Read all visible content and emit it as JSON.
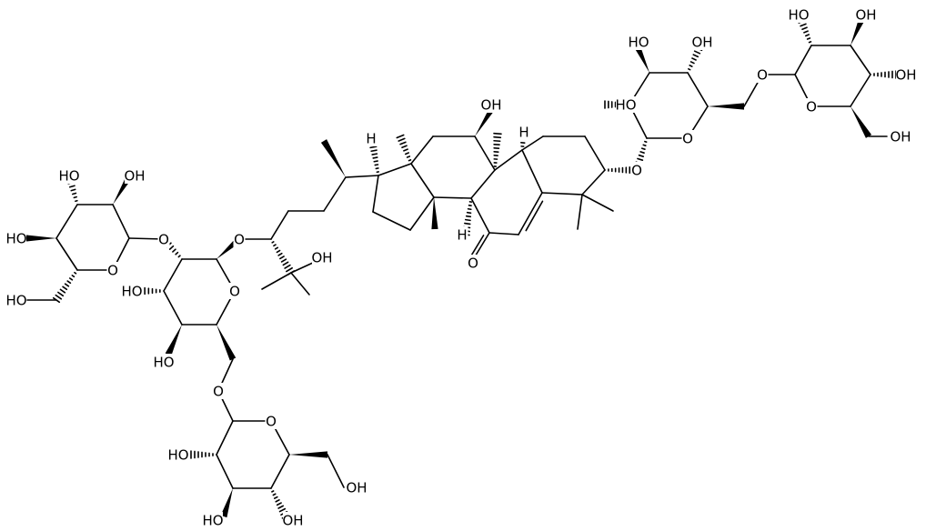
{
  "structure": {
    "atom_labels": {
      "hydroxyl": "HO",
      "hydroxyl_right": "OH",
      "oxygen": "O",
      "hydrogen": "H"
    }
  }
}
